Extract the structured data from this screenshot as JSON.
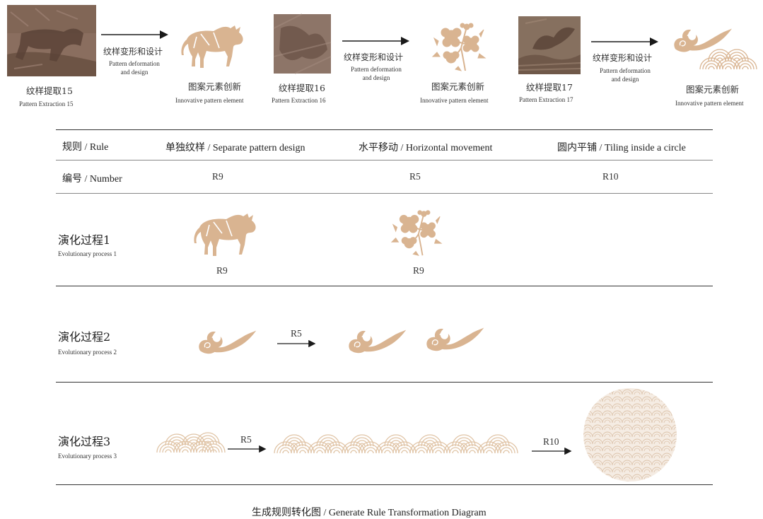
{
  "colors": {
    "motif": "#d9b491",
    "motif_light": "#e6cdb3",
    "arrow": "#1a1a1a",
    "line": "#333333"
  },
  "top": {
    "items": [
      {
        "zh": "纹样提取15",
        "en": "Pattern Extraction 15",
        "icon": "ox-relief-photo"
      },
      {
        "zh": "图案元素创新",
        "en": "Innovative pattern element",
        "icon": "ox-motif-icon"
      },
      {
        "zh": "纹样提取16",
        "en": "Pattern Extraction 16",
        "icon": "flower-relief-photo"
      },
      {
        "zh": "图案元素创新",
        "en": "Innovative pattern element",
        "icon": "flower-motif-icon"
      },
      {
        "zh": "纹样提取17",
        "en": "Pattern Extraction 17",
        "icon": "cloud-relief-photo"
      },
      {
        "zh": "图案元素创新",
        "en": "Innovative pattern element",
        "icon": "cloud-wave-motif-icon"
      }
    ],
    "arrows": [
      {
        "zh": "纹样变形和设计",
        "en1": "Pattern deformation",
        "en2": "and design"
      },
      {
        "zh": "纹样变形和设计",
        "en1": "Pattern deformation",
        "en2": "and design"
      },
      {
        "zh": "纹样变形和设计",
        "en1": "Pattern deformation",
        "en2": "and design"
      }
    ]
  },
  "table": {
    "rule_header": "规则 / Rule",
    "number_header": "编号 / Number",
    "rules": [
      {
        "name": "单独纹样 / Separate pattern design",
        "number": "R9"
      },
      {
        "name": "水平移动 / Horizontal movement",
        "number": "R5"
      },
      {
        "name": "圆内平铺 / Tiling inside a circle",
        "number": "R10"
      }
    ]
  },
  "stages": [
    {
      "zh": "演化过程1",
      "en": "Evolutionary process 1",
      "tags": [
        "R9",
        "R9"
      ]
    },
    {
      "zh": "演化过程2",
      "en": "Evolutionary process 2",
      "tags": [
        "R5"
      ]
    },
    {
      "zh": "演化过程3",
      "en": "Evolutionary process 3",
      "tags": [
        "R5",
        "R10"
      ]
    }
  ],
  "caption": "生成规则转化图 / Generate Rule Transformation Diagram"
}
